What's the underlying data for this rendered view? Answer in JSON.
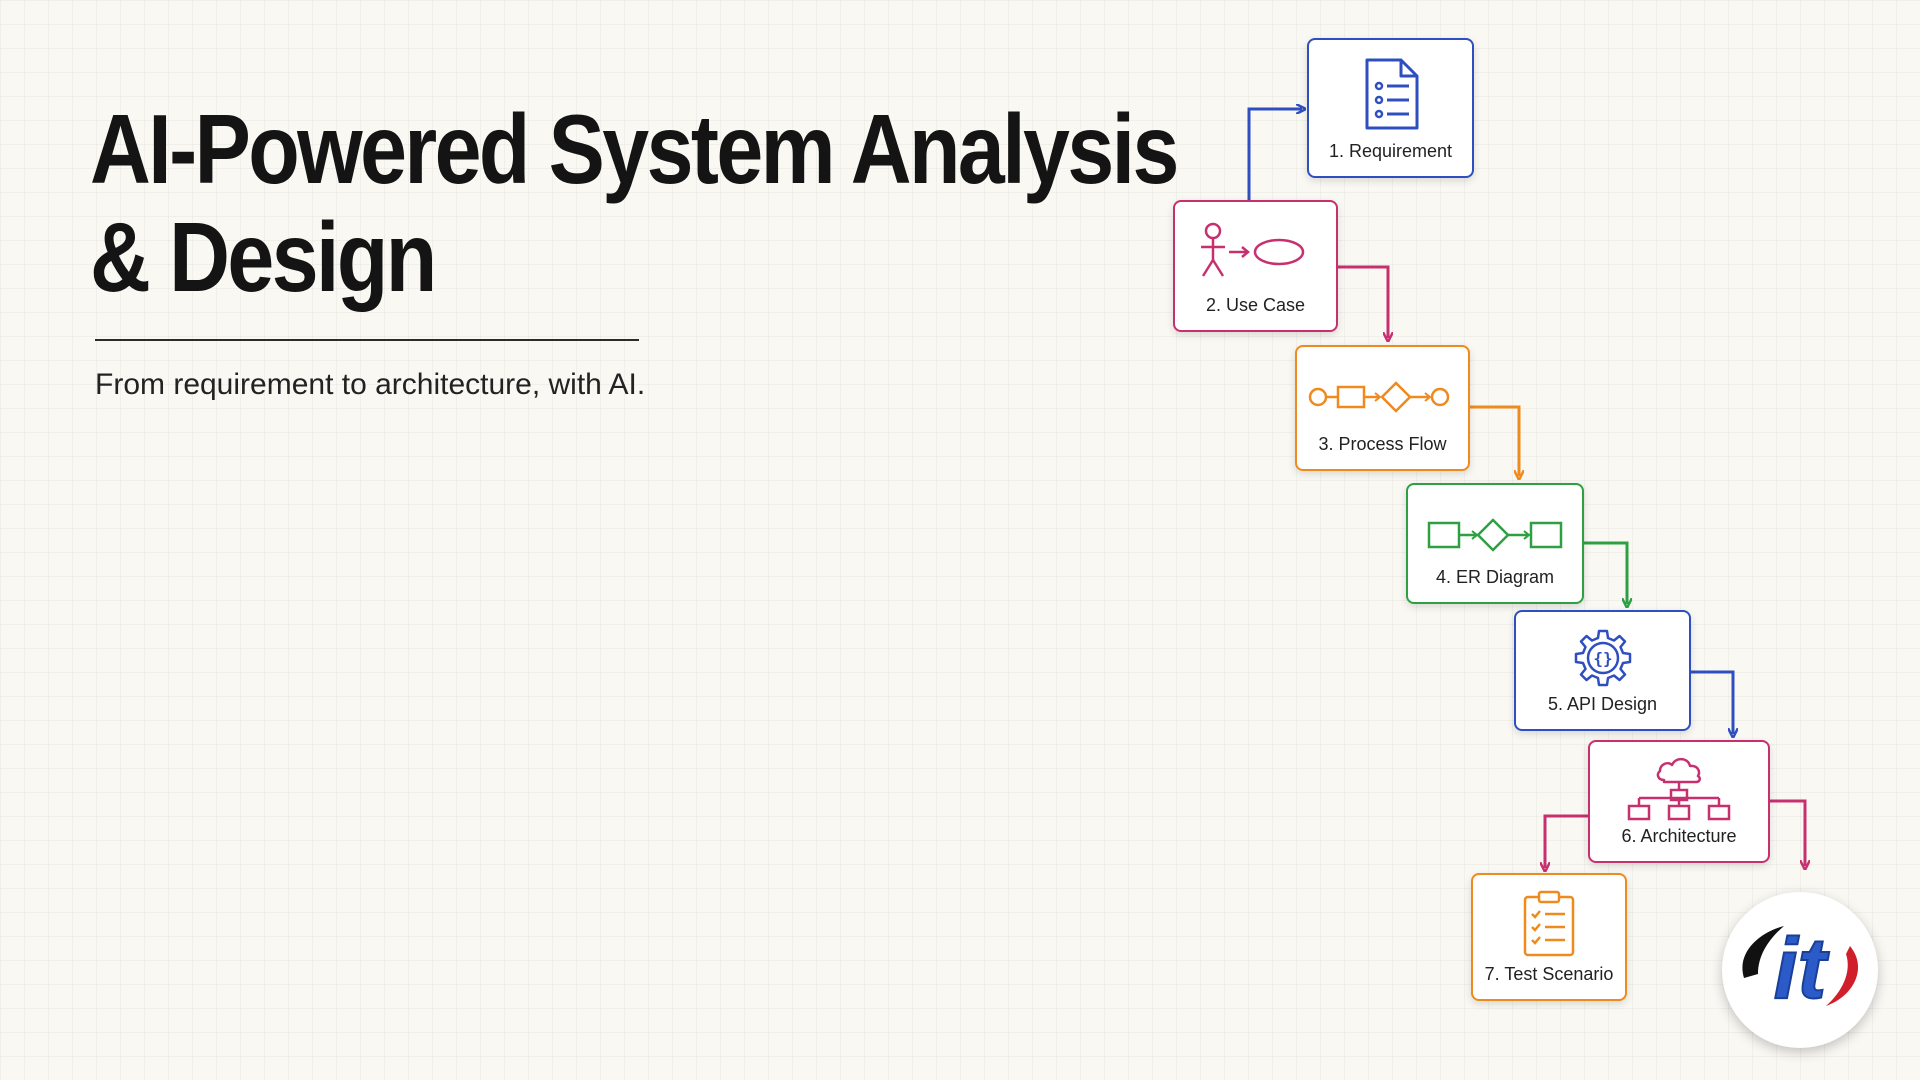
{
  "title": {
    "line1": "AI-Powered System Analysis",
    "line2": "& Design"
  },
  "subtitle": "From requirement to architecture, with AI.",
  "steps": [
    {
      "label": "1. Requirement",
      "color": "#2f4fc0",
      "icon": "document-list-icon"
    },
    {
      "label": "2. Use Case",
      "color": "#c7306f",
      "icon": "actor-use-case-icon"
    },
    {
      "label": "3. Process Flow",
      "color": "#ef8a1e",
      "icon": "process-flow-icon"
    },
    {
      "label": "4. ER Diagram",
      "color": "#2ea043",
      "icon": "entity-relation-icon"
    },
    {
      "label": "5. API Design",
      "color": "#2f4fc0",
      "icon": "gear-braces-icon"
    },
    {
      "label": "6. Architecture",
      "color": "#c7306f",
      "icon": "cloud-hierarchy-icon"
    },
    {
      "label": "7. Test Scenario",
      "color": "#ef8a1e",
      "icon": "clipboard-checklist-icon"
    }
  ],
  "logo": {
    "text": "it",
    "colors": {
      "primary": "#2a5bc9",
      "accent": "#d01f2a",
      "dark": "#111111"
    }
  }
}
